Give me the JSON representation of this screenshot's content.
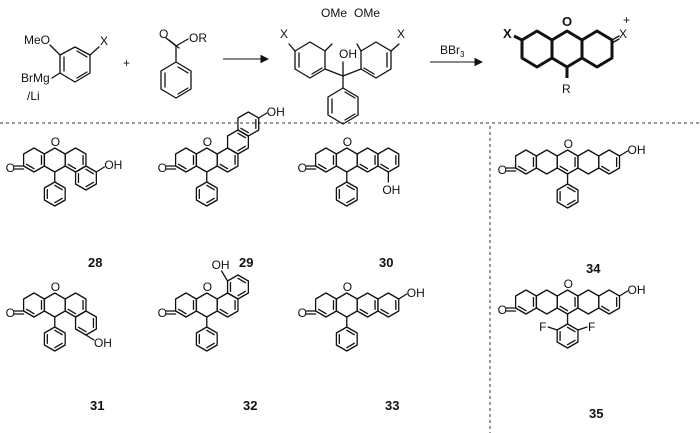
{
  "scheme": {
    "reactant1": {
      "ome": "MeO",
      "x": "X",
      "metal_line1": "BrMg",
      "metal_line2": "/Li"
    },
    "plus1": "+",
    "reactant2": {
      "o": "O",
      "or": "OR"
    },
    "intermediate": {
      "x_left": "X",
      "x_right": "X",
      "ome_left": "OMe",
      "ome_right": "OMe",
      "oh": "OH"
    },
    "reagent": "BBr",
    "reagent_sub": "3",
    "product": {
      "x_left": "X",
      "x_right": "X",
      "o": "O",
      "r": "R",
      "charge": "+"
    }
  },
  "atom_labels": {
    "o": "O",
    "oh": "OH",
    "f": "F"
  },
  "compounds": [
    {
      "id": "28",
      "label": "28"
    },
    {
      "id": "29",
      "label": "29"
    },
    {
      "id": "30",
      "label": "30"
    },
    {
      "id": "31",
      "label": "31"
    },
    {
      "id": "32",
      "label": "32"
    },
    {
      "id": "33",
      "label": "33"
    },
    {
      "id": "34",
      "label": "34"
    },
    {
      "id": "35",
      "label": "35"
    }
  ]
}
